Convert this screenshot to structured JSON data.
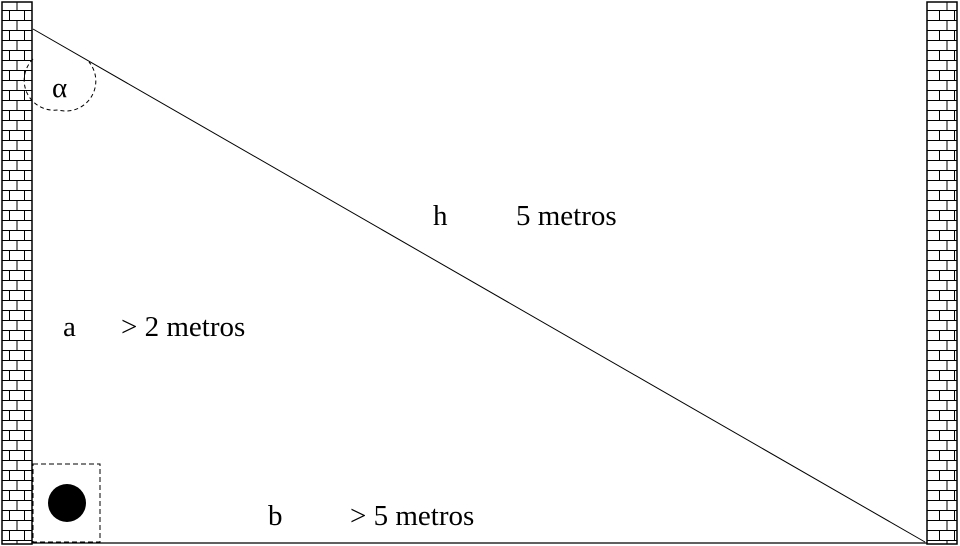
{
  "labels": {
    "angle": "α",
    "hyp_symbol": "h",
    "hyp_value": "5 metros",
    "a_symbol": "a",
    "a_value": "> 2 metros",
    "b_symbol": "b",
    "b_value": "> 5 metros"
  },
  "colors": {
    "stroke": "#000000",
    "background": "#ffffff"
  },
  "icons": {
    "walls": "brick-wall-icon",
    "ball": "filled-circle-icon"
  }
}
